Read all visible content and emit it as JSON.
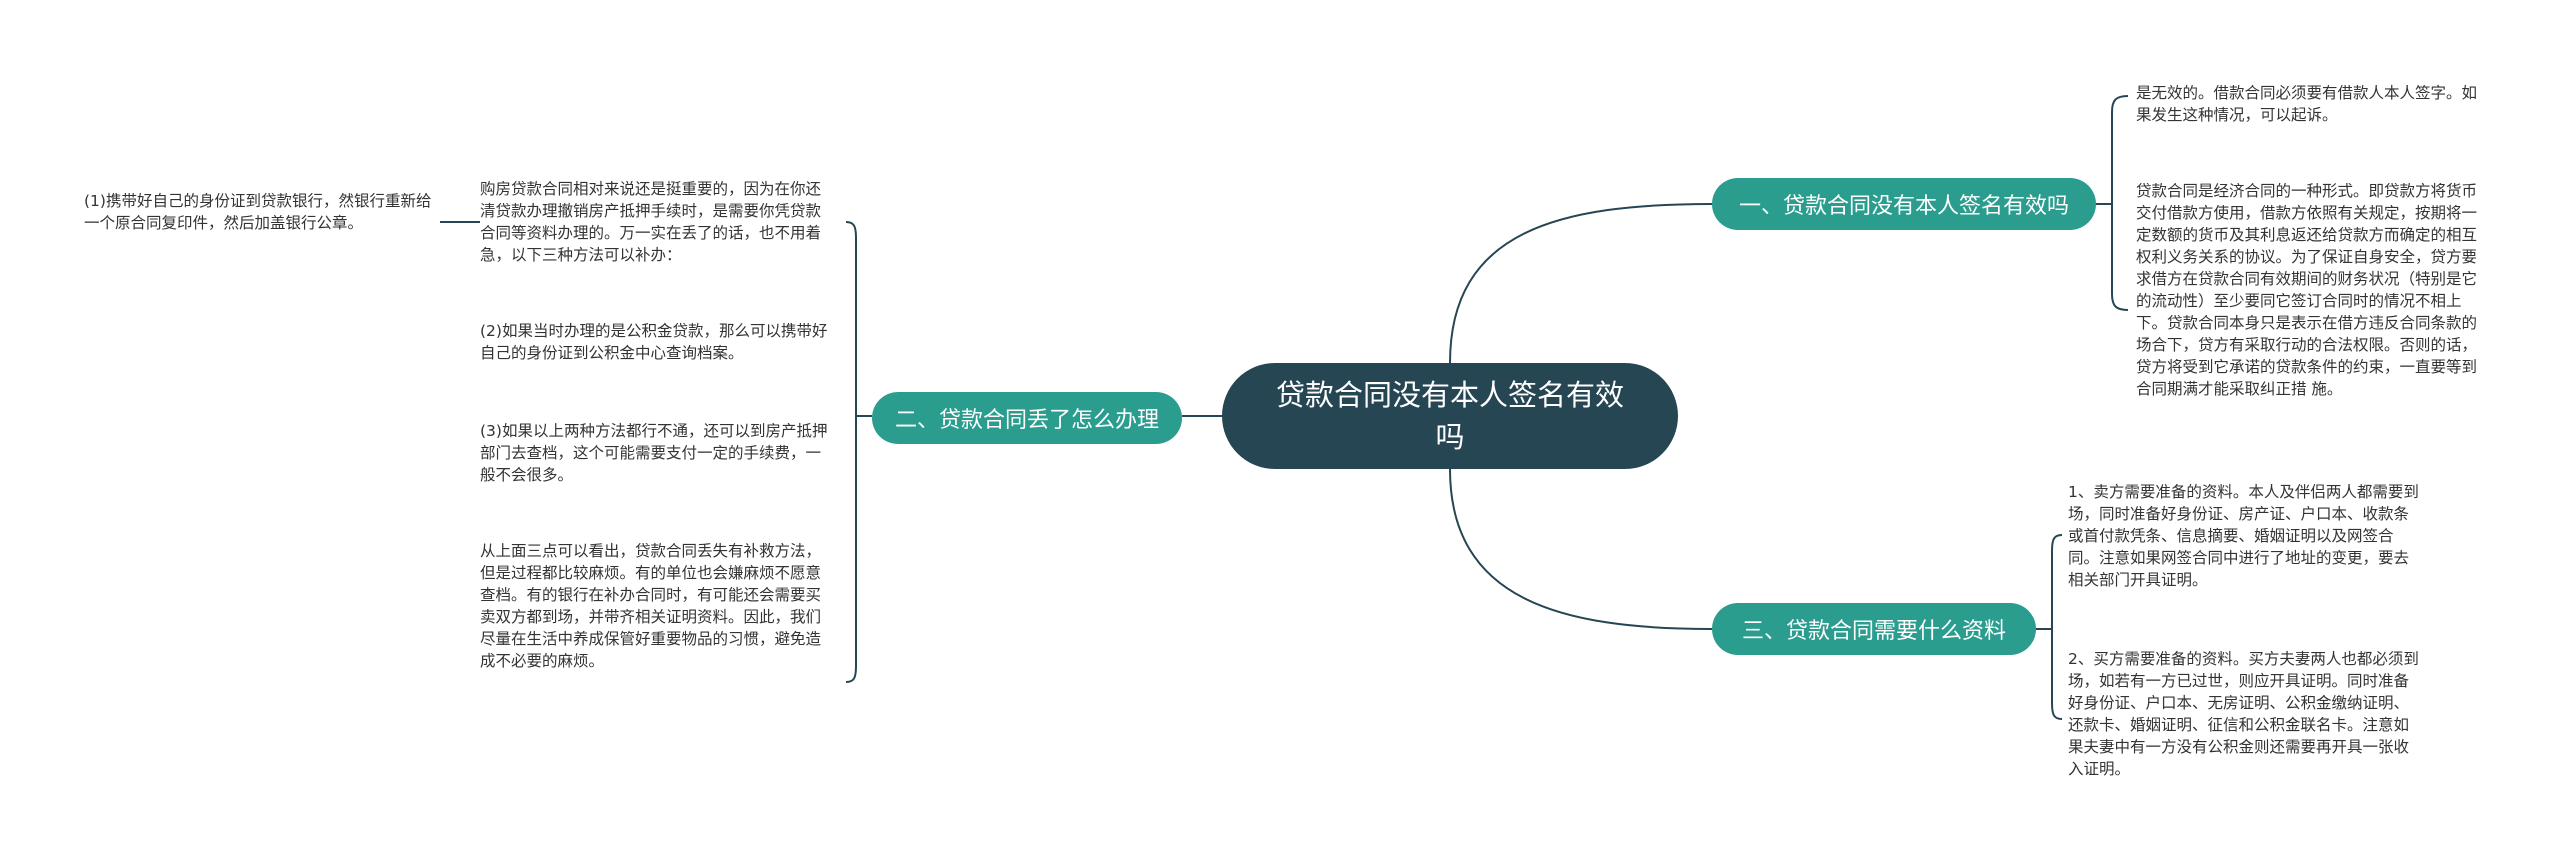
{
  "root": {
    "title": "贷款合同没有本人签名有效吗"
  },
  "branches": [
    {
      "label": "一、贷款合同没有本人签名有效吗",
      "leaves": [
        "是无效的。借款合同必须要有借款人本人签字。如果发生这种情况，可以起诉。",
        "贷款合同是经济合同的一种形式。即贷款方将货币交付借款方使用，借款方依照有关规定，按期将一定数额的货币及其利息返还给贷款方而确定的相互权利义务关系的协议。为了保证自身安全，贷方要求借方在贷款合同有效期间的财务状况（特别是它的流动性）至少要同它签订合同时的情况不相上下。贷款合同本身只是表示在借方违反合同条款的场合下，贷方有采取行动的合法权限。否则的话，贷方将受到它承诺的贷款条件的约束，一直要等到合同期满才能采取纠正措 施。"
      ]
    },
    {
      "label": "二、贷款合同丢了怎么办理",
      "leaves": [
        "购房贷款合同相对来说还是挺重要的，因为在你还清贷款办理撤销房产抵押手续时，是需要你凭贷款合同等资料办理的。万一实在丢了的话，也不用着急，以下三种方法可以补办：",
        "(2)如果当时办理的是公积金贷款，那么可以携带好自己的身份证到公积金中心查询档案。",
        "(3)如果以上两种方法都行不通，还可以到房产抵押部门去查档，这个可能需要支付一定的手续费，一般不会很多。",
        "从上面三点可以看出，贷款合同丢失有补救方法，但是过程都比较麻烦。有的单位也会嫌麻烦不愿意查档。有的银行在补办合同时，有可能还会需要买卖双方都到场，并带齐相关证明资料。因此，我们尽量在生活中养成保管好重要物品的习惯，避免造成不必要的麻烦。"
      ],
      "subleaf": "(1)携带好自己的身份证到贷款银行，然银行重新给一个原合同复印件，然后加盖银行公章。"
    },
    {
      "label": "三、贷款合同需要什么资料",
      "leaves": [
        "1、卖方需要准备的资料。本人及伴侣两人都需要到场，同时准备好身份证、房产证、户口本、收款条或首付款凭条、信息摘要、婚姻证明以及网签合同。注意如果网签合同中进行了地址的变更，要去相关部门开具证明。",
        "2、买方需要准备的资料。买方夫妻两人也都必须到场，如若有一方已过世，则应开具证明。同时准备好身份证、户口本、无房证明、公积金缴纳证明、还款卡、婚姻证明、征信和公积金联名卡。注意如果夫妻中有一方没有公积金则还需要再开具一张收入证明。"
      ]
    }
  ],
  "colors": {
    "root": "#264653",
    "branch": "#2a9d8f",
    "edge": "#264653",
    "text": "#333333"
  }
}
